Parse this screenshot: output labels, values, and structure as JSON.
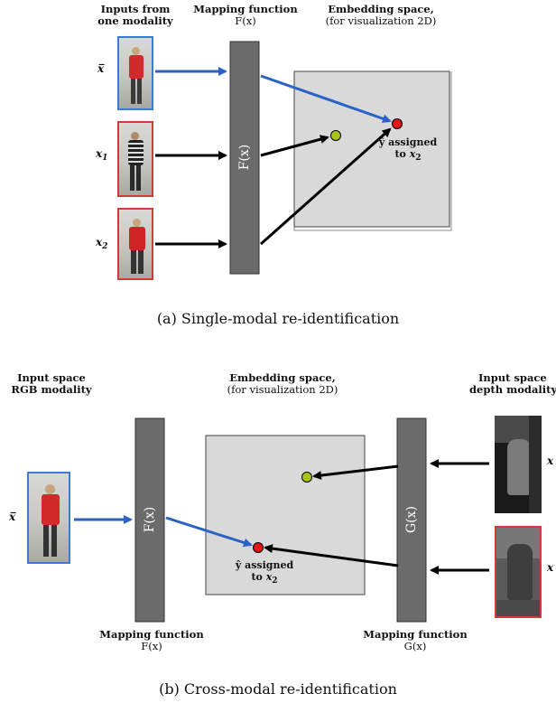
{
  "panel_a": {
    "inputs_title_l1": "Inputs from",
    "inputs_title_l2": "one modality",
    "mapping_title": "Mapping function",
    "mapping_fx": "F(x)",
    "embedding_title": "Embedding space,",
    "embedding_sub": "(for visualization 2D)",
    "bar_label": "F(x)",
    "var_xbar": "x̅",
    "var_x1": "x",
    "var_x1_sub": "1",
    "var_x2": "x",
    "var_x2_sub": "2",
    "assigned_l1": "ŷ assigned",
    "assigned_l2_prefix": "to ",
    "assigned_l2_var": "x",
    "assigned_l2_sub": "2",
    "caption": "(a) Single-modal re-identification"
  },
  "panel_b": {
    "input_rgb_l1": "Input space",
    "input_rgb_l2": "RGB modality",
    "embedding_title": "Embedding space,",
    "embedding_sub": "(for visualization 2D)",
    "input_depth_l1": "Input space",
    "input_depth_l2": "depth modality",
    "bar_f_label": "F(x)",
    "bar_g_label": "G(x)",
    "var_xbar": "x̅",
    "var_right1": "x",
    "var_right2": "x",
    "assigned_l1": "ŷ assigned",
    "assigned_l2_prefix": "to ",
    "assigned_l2_var": "x",
    "assigned_l2_sub": "2",
    "mapping_f_l1": "Mapping function",
    "mapping_f_l2": "F(x)",
    "mapping_g_l1": "Mapping function",
    "mapping_g_l2": "G(x)",
    "caption": "(b) Cross-modal re-identification"
  },
  "colors": {
    "query_arrow": "#2a62c6",
    "arrow": "#000000",
    "bar": "#6b6b6b",
    "embedding_box": "#d9d9d9",
    "point_red": "#e01818",
    "point_green": "#a8c41c",
    "thumb_blue_border": "#3a7bd5",
    "thumb_red_border": "#d23a3a"
  },
  "icons": [
    "person-photo",
    "depth-image"
  ]
}
